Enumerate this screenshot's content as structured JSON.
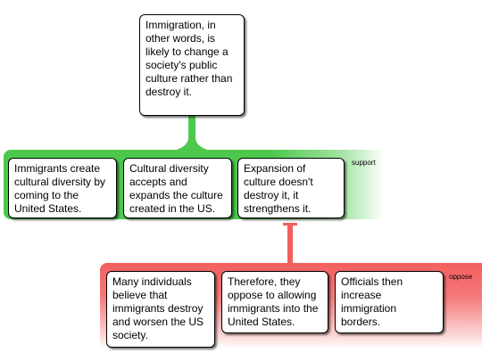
{
  "root": {
    "text": "Immigration, in other words, is likely to change a society's public culture rather than destroy it."
  },
  "support": {
    "label": "support",
    "color": "#4cc94c",
    "items": [
      {
        "text": "Immigrants create cultural diversity by coming to the United States."
      },
      {
        "text": "Cultural diversity accepts and expands the culture created in the US."
      },
      {
        "text": "Expansion of culture doesn't destroy it, it strengthens it."
      }
    ]
  },
  "oppose": {
    "label": "oppose",
    "color": "#f35f5f",
    "items": [
      {
        "text": "Many individuals believe that immigrants destroy and worsen the US society."
      },
      {
        "text": "Therefore, they oppose to allowing immigrants into the United States."
      },
      {
        "text": "Officials then increase immigration borders."
      }
    ]
  }
}
